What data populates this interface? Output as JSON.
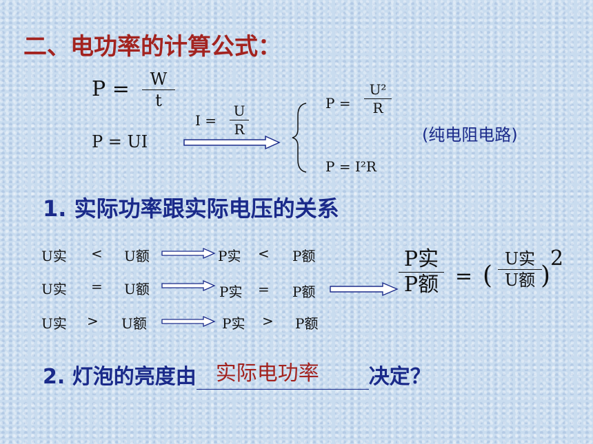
{
  "section_title": "二、电功率的计算公式：",
  "formulas": {
    "p_lhs": "P =",
    "p_w_num": "W",
    "p_w_den": "t",
    "p_ui": "P = UI",
    "ohm_lhs": "I =",
    "ohm_num": "U",
    "ohm_den": "R",
    "p_u2_lhs": "P =",
    "p_u2_num": "U²",
    "p_u2_den": "R",
    "p_i2r": "P = I²R",
    "condition": "(纯电阻电路)"
  },
  "relation_title": "1. 实际功率跟实际电压的关系",
  "relations": [
    {
      "u_left": "U实",
      "op_u": "<",
      "u_right": "U额",
      "p_left": "P实",
      "op_p": "<",
      "p_right": "P额"
    },
    {
      "u_left": "U实",
      "op_u": "=",
      "u_right": "U额",
      "p_left": "P实",
      "op_p": "=",
      "p_right": "P额"
    },
    {
      "u_left": "U实",
      "op_u": ">",
      "u_right": "U额",
      "p_left": "P实",
      "op_p": ">",
      "p_right": "P额"
    }
  ],
  "ratio": {
    "p_num": "P实",
    "p_den": "P额",
    "equals": "=",
    "open": "(",
    "u_num": "U实",
    "u_den": "U额",
    "close": ")",
    "power": "2"
  },
  "question": {
    "prefix": "2. 灯泡的亮度由",
    "answer": "实际电功率",
    "suffix": "决定？"
  }
}
